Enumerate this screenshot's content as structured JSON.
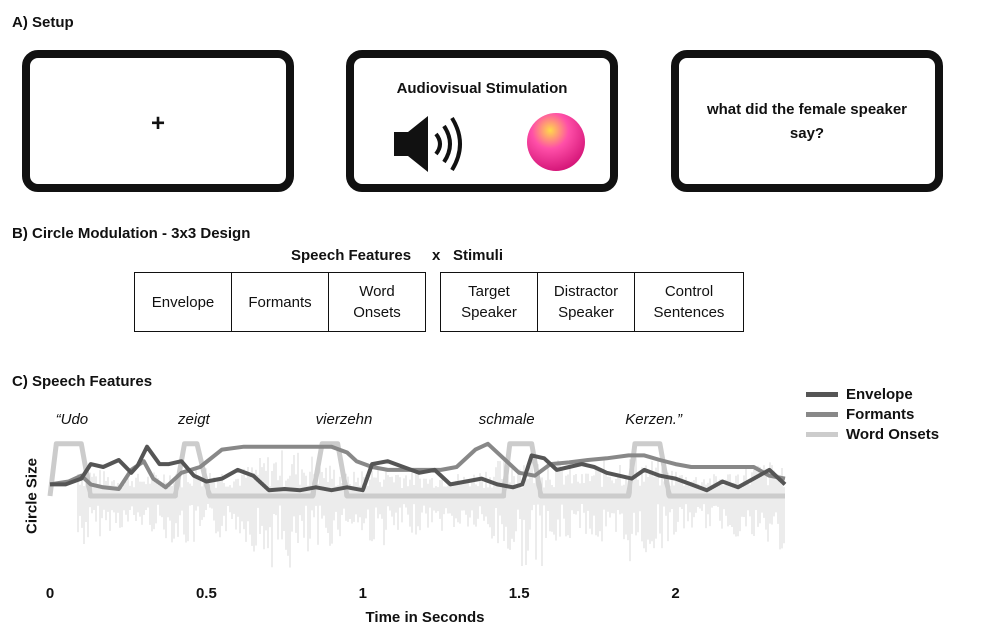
{
  "section_a": {
    "title": "A) Setup",
    "screen1_text": "+",
    "screen2_title": "Audiovisual Stimulation",
    "screen3_text_line1": "what did the female speaker",
    "screen3_text_line2": "say?",
    "speaker_icon": "speaker-volume-icon",
    "circle_icon": "gradient-sphere-icon",
    "circle_colors": [
      "#ffd94a",
      "#ff4fa8",
      "#d6187a"
    ]
  },
  "section_b": {
    "title": "B) Circle Modulation - 3x3 Design",
    "header_left": "Speech Features",
    "header_x": "x",
    "header_right": "Stimuli",
    "features": [
      {
        "line1": "Envelope",
        "line2": ""
      },
      {
        "line1": "Formants",
        "line2": ""
      },
      {
        "line1": "Word",
        "line2": "Onsets"
      }
    ],
    "stimuli": [
      {
        "line1": "Target",
        "line2": "Speaker"
      },
      {
        "line1": "Distractor",
        "line2": "Speaker"
      },
      {
        "line1": "Control",
        "line2": "Sentences"
      }
    ]
  },
  "section_c": {
    "title": "C) Speech Features"
  },
  "chart_data": {
    "type": "line",
    "xlabel": "Time in Seconds",
    "ylabel": "Circle Size",
    "xlim": [
      0,
      2.35
    ],
    "xticks": [
      "0",
      "0.5",
      "1",
      "1.5",
      "2"
    ],
    "xtick_values": [
      0,
      0.5,
      1,
      1.5,
      2
    ],
    "words": [
      {
        "text": "“Udo",
        "t": 0.07
      },
      {
        "text": "zeigt",
        "t": 0.46
      },
      {
        "text": "vierzehn",
        "t": 0.94
      },
      {
        "text": "schmale",
        "t": 1.46
      },
      {
        "text": "Kerzen.”",
        "t": 1.93
      }
    ],
    "legend": [
      {
        "name": "Envelope",
        "color": "#555555"
      },
      {
        "name": "Formants",
        "color": "#888888"
      },
      {
        "name": "Word Onsets",
        "color": "#cccccc"
      }
    ],
    "series": [
      {
        "name": "Envelope",
        "color": "#555555",
        "t": [
          0,
          0.05,
          0.1,
          0.13,
          0.17,
          0.22,
          0.26,
          0.28,
          0.31,
          0.35,
          0.38,
          0.42,
          0.46,
          0.5,
          0.55,
          0.6,
          0.65,
          0.7,
          0.75,
          0.8,
          0.85,
          0.9,
          0.95,
          1.0,
          1.03,
          1.08,
          1.13,
          1.18,
          1.23,
          1.28,
          1.33,
          1.38,
          1.43,
          1.48,
          1.51,
          1.54,
          1.58,
          1.62,
          1.66,
          1.7,
          1.74,
          1.78,
          1.82,
          1.86,
          1.9,
          1.95,
          2.0,
          2.05,
          2.1,
          2.15,
          2.2,
          2.25,
          2.3,
          2.35
        ],
        "y": [
          0.2,
          0.2,
          0.3,
          0.55,
          0.5,
          0.62,
          0.4,
          0.52,
          0.85,
          0.55,
          0.55,
          0.6,
          0.35,
          0.25,
          0.3,
          0.45,
          0.35,
          0.1,
          0.12,
          0.1,
          0.15,
          0.1,
          0.15,
          0.1,
          0.55,
          0.6,
          0.5,
          0.4,
          0.45,
          0.2,
          0.25,
          0.3,
          0.2,
          0.15,
          0.2,
          0.7,
          0.65,
          0.45,
          0.5,
          0.55,
          0.5,
          0.4,
          0.35,
          0.3,
          0.45,
          0.35,
          0.3,
          0.2,
          0.1,
          0.25,
          0.15,
          0.3,
          0.45,
          0.2
        ]
      },
      {
        "name": "Formants",
        "color": "#888888",
        "t": [
          0,
          0.06,
          0.1,
          0.13,
          0.17,
          0.22,
          0.26,
          0.3,
          0.33,
          0.37,
          0.42,
          0.48,
          0.55,
          0.62,
          0.68,
          0.73,
          0.78,
          0.85,
          0.9,
          0.95,
          0.98,
          1.03,
          1.08,
          1.15,
          1.2,
          1.25,
          1.3,
          1.36,
          1.4,
          1.45,
          1.5,
          1.55,
          1.6,
          1.66,
          1.72,
          1.78,
          1.85,
          1.9,
          1.95,
          2.0,
          2.05,
          2.1,
          2.15,
          2.2,
          2.25,
          2.3,
          2.35
        ],
        "y": [
          0.2,
          0.25,
          0.35,
          0.2,
          0.15,
          0.12,
          0.45,
          0.6,
          0.3,
          0.15,
          0.4,
          0.5,
          0.8,
          0.85,
          0.85,
          0.85,
          0.85,
          0.85,
          0.85,
          0.75,
          0.6,
          0.5,
          0.45,
          0.45,
          0.45,
          0.45,
          0.5,
          0.8,
          0.9,
          0.65,
          0.4,
          0.35,
          0.55,
          0.58,
          0.62,
          0.65,
          0.7,
          0.7,
          0.62,
          0.55,
          0.5,
          0.5,
          0.5,
          0.5,
          0.5,
          0.35,
          0.3
        ]
      },
      {
        "name": "Word Onsets",
        "color": "#cccccc",
        "t": [
          0,
          0.02,
          0.1,
          0.13,
          0.4,
          0.43,
          0.47,
          0.51,
          0.84,
          0.87,
          0.92,
          0.95,
          1.45,
          1.47,
          1.54,
          1.57,
          1.85,
          1.87,
          1.95,
          1.98,
          2.35
        ],
        "y": [
          0,
          0.9,
          0.9,
          0,
          0,
          0.9,
          0.9,
          0,
          0,
          0.9,
          0.9,
          0,
          0,
          0.9,
          0.9,
          0,
          0,
          0.9,
          0.9,
          0,
          0
        ]
      }
    ]
  }
}
